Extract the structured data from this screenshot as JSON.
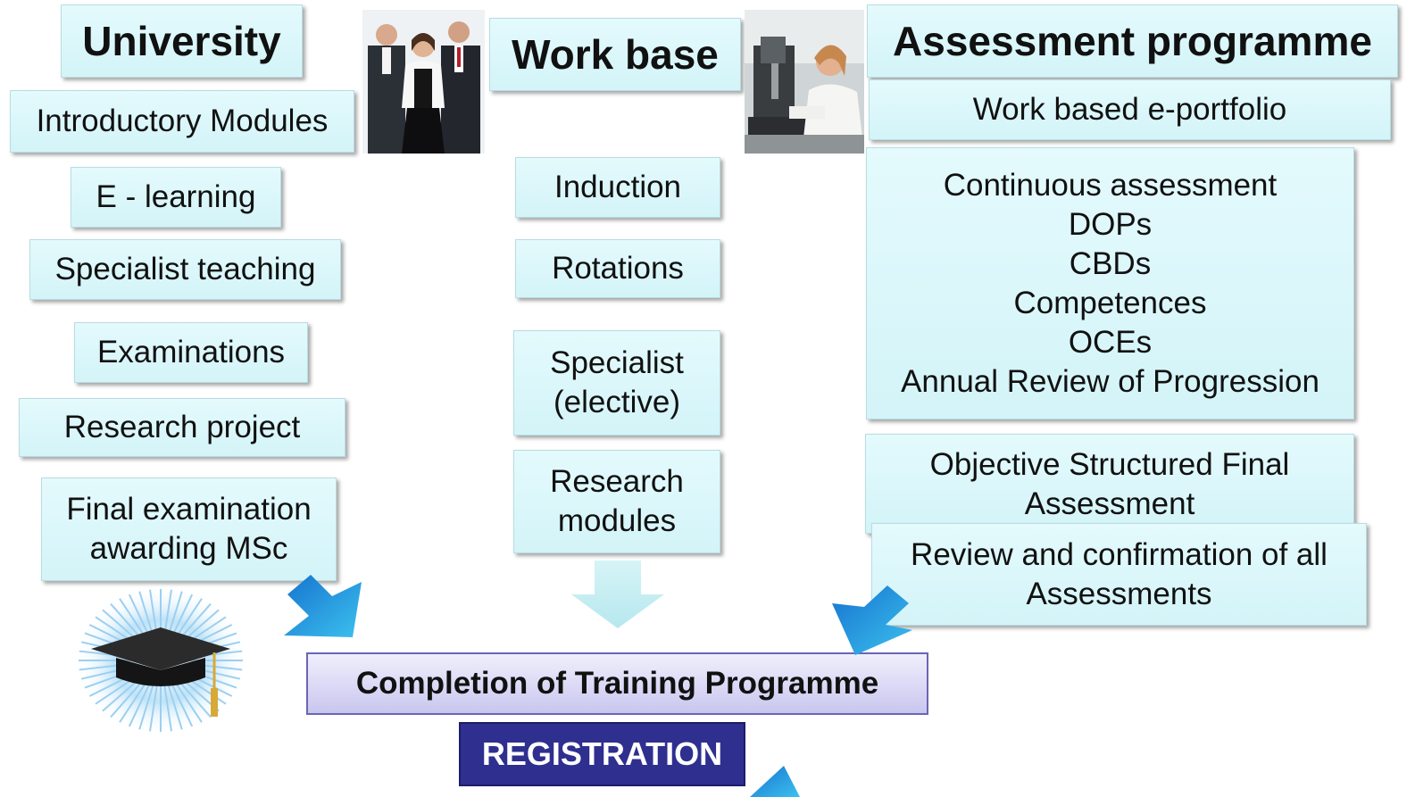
{
  "university": {
    "title": "University",
    "items": [
      "Introductory Modules",
      "E - learning",
      "Specialist teaching",
      "Examinations",
      "Research project"
    ],
    "final": [
      "Final examination",
      "awarding MSc"
    ]
  },
  "work_base": {
    "title": "Work base",
    "items": [
      "Induction",
      "Rotations"
    ],
    "specialist": [
      "Specialist",
      "(elective)"
    ],
    "research": [
      "Research",
      "modules"
    ]
  },
  "assessment": {
    "title": "Assessment programme",
    "portfolio": "Work based e-portfolio",
    "continuous": [
      "Continuous assessment",
      "DOPs",
      "CBDs",
      "Competences",
      "OCEs",
      "Annual Review of Progression"
    ],
    "final_assessment": [
      "Objective Structured Final",
      "Assessment"
    ],
    "review": [
      "Review  and confirmation of all",
      "Assessments"
    ]
  },
  "completion": "Completion of Training Programme",
  "registration": "REGISTRATION",
  "colors": {
    "box_fill": "#d9f6fa",
    "arrow_blue": "#1a8fd8",
    "completion_border": "#6a65b5",
    "registration_fill": "#2e2f8f"
  }
}
